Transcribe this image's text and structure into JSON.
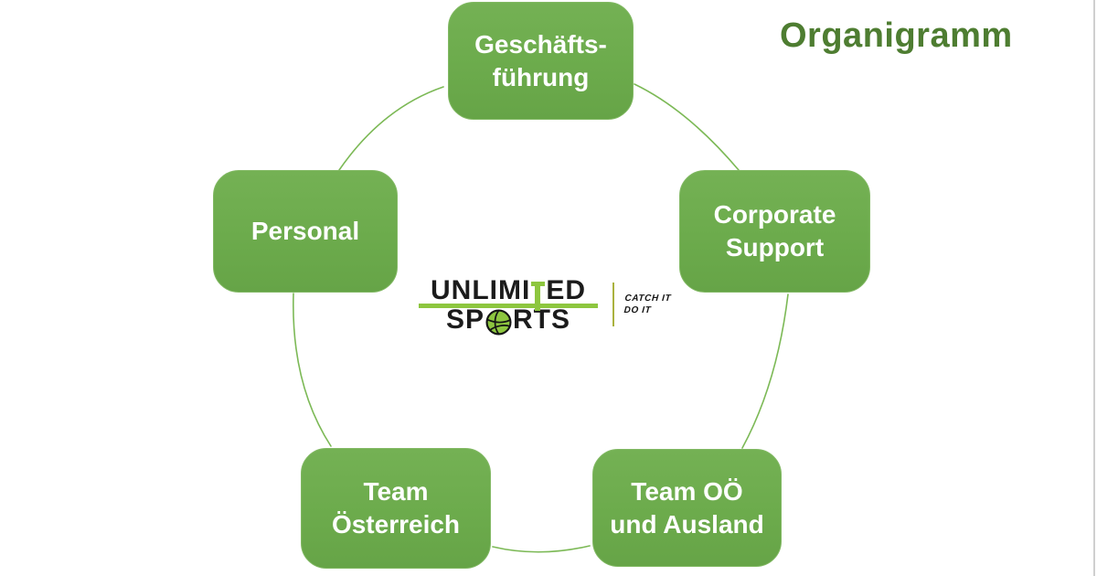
{
  "page": {
    "title": "Organigramm"
  },
  "colors": {
    "node_green": "#6cab4c",
    "title_green": "#4e7d31",
    "arc_green": "#7cb956",
    "logo_green": "#8dc63f",
    "logo_black": "#1b1b1b",
    "tagline_divider": "#aab23e",
    "slide_edge": "#cfcfcf",
    "background": "#ffffff"
  },
  "diagram": {
    "type": "cycle",
    "nodes": [
      {
        "id": "geschaeftsfuehrung",
        "lines": [
          "Geschäfts-",
          "führung"
        ]
      },
      {
        "id": "personal",
        "lines": [
          "Personal"
        ]
      },
      {
        "id": "corporate-support",
        "lines": [
          "Corporate",
          "Support"
        ]
      },
      {
        "id": "team-oesterreich",
        "lines": [
          "Team",
          "Österreich"
        ]
      },
      {
        "id": "team-ooe-ausland",
        "lines": [
          "Team OÖ",
          "und Ausland"
        ]
      }
    ]
  },
  "logo": {
    "word1_pre": "UNLIMI",
    "word1_post": "ED",
    "word2_pre": "SP",
    "word2_post": "RTS",
    "tagline_line1": "CATCH IT",
    "tagline_line2": "DO IT"
  }
}
